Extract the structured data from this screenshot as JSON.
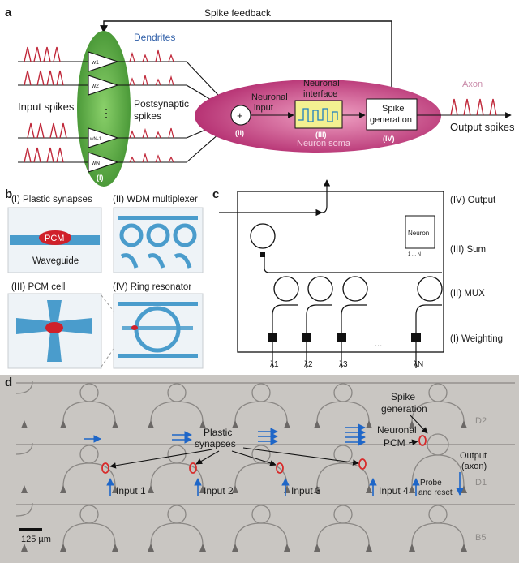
{
  "panel_a": {
    "label": "a",
    "spike_feedback": "Spike feedback",
    "dendrites": "Dendrites",
    "input_spikes": "Input spikes",
    "postsynaptic_1": "Postsynaptic",
    "postsynaptic_2": "spikes",
    "weights": [
      "w1",
      "w2",
      "wN-1",
      "wN"
    ],
    "dots": "⋮",
    "roman_I": "(I)",
    "plus": "+",
    "roman_II": "(II)",
    "neuronal_input_1": "Neuronal",
    "neuronal_input_2": "input",
    "neuronal_interface_1": "Neuronal",
    "neuronal_interface_2": "interface",
    "roman_III": "(III)",
    "neuron_soma": "Neuron soma",
    "spike_generation_1": "Spike",
    "spike_generation_2": "generation",
    "roman_IV": "(IV)",
    "axon": "Axon",
    "output_spikes": "Output spikes",
    "colors": {
      "green": "#5aa845",
      "pink": "#c53c7f",
      "blue_text": "#2e5ea8"
    }
  },
  "panel_b": {
    "label": "b",
    "plastic_synapses": "(I) Plastic synapses",
    "pcm": "PCM",
    "waveguide": "Waveguide",
    "wdm": "(II) WDM multiplexer",
    "pcm_cell": "(III) PCM cell",
    "ring_resonator": "(IV) Ring resonator",
    "colors": {
      "waveguide": "#4a9ccc",
      "pcm": "#d0202a",
      "panel_bg": "#eef3f7"
    }
  },
  "panel_c": {
    "label": "c",
    "rows": [
      "(IV) Output",
      "(III) Sum",
      "(II) MUX",
      "(I) Weighting"
    ],
    "neuron": "Neuron",
    "neuron_ports": "1 ... N",
    "lambdas": [
      "λ1",
      "λ2",
      "λ3",
      "λN"
    ],
    "ellipsis": "..."
  },
  "panel_d": {
    "label": "d",
    "plastic_synapses_1": "Plastic",
    "plastic_synapses_2": "synapses",
    "spike_generation_1": "Spike",
    "spike_generation_2": "generation",
    "neuronal_pcm_1": "Neuronal",
    "neuronal_pcm_2": "PCM",
    "output_1": "Output",
    "output_2": "(axon)",
    "inputs": [
      "Input 1",
      "Input 2",
      "Input 3",
      "Input 4"
    ],
    "probe_1": "Probe",
    "probe_2": "and reset",
    "scale": "125 µm",
    "chip_labels": [
      "D2",
      "D1",
      "B5"
    ],
    "colors": {
      "bg": "#c9c6c2",
      "mark": "#d82a2a",
      "arrow": "#1e66c8"
    }
  }
}
